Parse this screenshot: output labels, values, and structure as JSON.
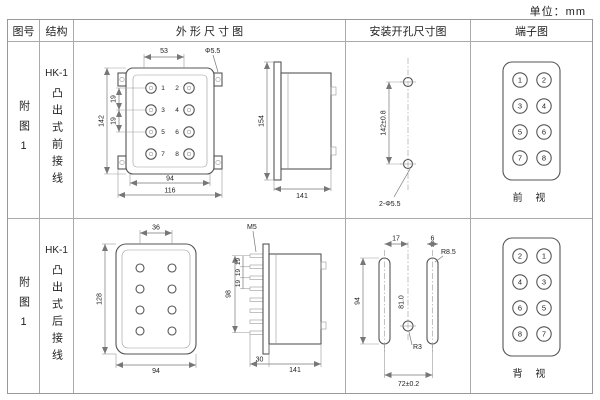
{
  "unit_label": "单位：mm",
  "table": {
    "headers": {
      "fig": "图号",
      "structure": "结构",
      "outline": "外 形 尺 寸 图",
      "install": "安装开孔尺寸图",
      "terminal": "端子图"
    },
    "rows": [
      {
        "fig": "附图1",
        "model": "HK-1",
        "desc": "凸出式前接线",
        "outline": {
          "top_w": "53",
          "hole": "Φ5.5",
          "height": "142",
          "pitch1": "19",
          "pitch2": "19",
          "bottom_inner": "94",
          "bottom_outer": "116",
          "side_height": "154",
          "side_depth": "141",
          "terms": [
            "1",
            "2",
            "3",
            "4",
            "5",
            "6",
            "7",
            "8"
          ]
        },
        "install": {
          "height": "142±0.8",
          "holes": "2-Φ5.5"
        },
        "terminal": {
          "cells": [
            "1",
            "2",
            "3",
            "4",
            "5",
            "6",
            "7",
            "8"
          ],
          "view": "前 视"
        }
      },
      {
        "fig": "附图1",
        "model": "HK-1",
        "desc": "凸出式后接线",
        "outline": {
          "top_w": "36",
          "screw": "M5",
          "height": "128",
          "bottom": "94",
          "span": "98",
          "pitch1": "19",
          "pitch2": "19",
          "pitch3": "19",
          "depth_small": "30",
          "side_depth": "141"
        },
        "install": {
          "top1": "17",
          "top2": "6",
          "rad1": "R8.5",
          "height": "94",
          "mid": "81.0",
          "rad2": "R3",
          "bottom": "72±0.2"
        },
        "terminal": {
          "cells": [
            "2",
            "1",
            "4",
            "3",
            "6",
            "5",
            "8",
            "7"
          ],
          "view": "背 视"
        }
      }
    ]
  }
}
